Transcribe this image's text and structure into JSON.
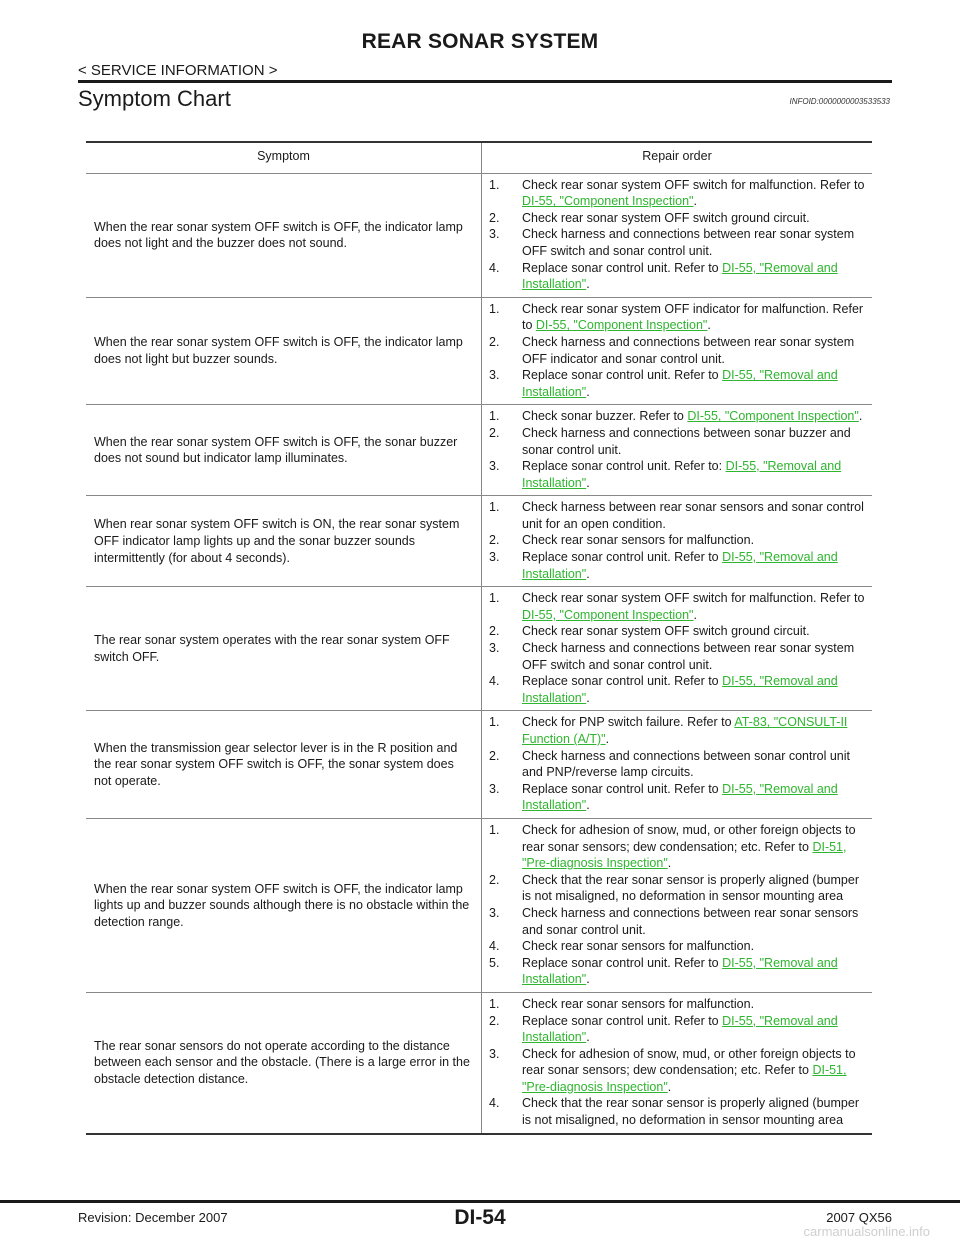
{
  "header": {
    "title": "REAR SONAR SYSTEM",
    "section": "< SERVICE INFORMATION >"
  },
  "heading": "Symptom Chart",
  "info_id": "INFOID:0000000003533533",
  "table": {
    "columns": [
      "Symptom",
      "Repair order"
    ],
    "rows": [
      {
        "symptom": "When the rear sonar system OFF switch is OFF, the indicator lamp does not light and the buzzer does not sound.",
        "steps": [
          {
            "num": "1.",
            "text": "Check rear sonar system OFF switch for malfunction. Refer to ",
            "link": "DI-55, \"Component Inspection\"",
            "after": "."
          },
          {
            "num": "2.",
            "text": "Check rear sonar system OFF switch ground circuit.",
            "link": "",
            "after": ""
          },
          {
            "num": "3.",
            "text": "Check harness and connections between rear sonar system OFF switch and sonar control unit.",
            "link": "",
            "after": ""
          },
          {
            "num": "4.",
            "text": "Replace sonar control unit. Refer to ",
            "link": "DI-55, \"Removal and Installation\"",
            "after": "."
          }
        ]
      },
      {
        "symptom": "When the rear sonar system OFF switch is OFF, the indicator lamp does not light but buzzer sounds.",
        "steps": [
          {
            "num": "1.",
            "text": "Check rear sonar system OFF indicator for malfunction. Refer to ",
            "link": "DI-55, \"Component Inspection\"",
            "after": "."
          },
          {
            "num": "2.",
            "text": "Check harness and connections between rear sonar system OFF indicator and sonar control unit.",
            "link": "",
            "after": ""
          },
          {
            "num": "3.",
            "text": "Replace sonar control unit. Refer to ",
            "link": "DI-55, \"Removal and Installation\"",
            "after": "."
          }
        ]
      },
      {
        "symptom": "When the rear sonar system OFF switch is OFF, the sonar buzzer does not sound but indicator lamp illuminates.",
        "steps": [
          {
            "num": "1.",
            "text": "Check sonar buzzer. Refer to ",
            "link": "DI-55, \"Component Inspection\"",
            "after": "."
          },
          {
            "num": "2.",
            "text": "Check harness and connections between sonar buzzer and sonar control unit.",
            "link": "",
            "after": ""
          },
          {
            "num": "3.",
            "text": "Replace sonar control unit. Refer to: ",
            "link": "DI-55, \"Removal and Installation\"",
            "after": "."
          }
        ]
      },
      {
        "symptom": "When rear sonar system OFF switch is ON, the rear sonar system OFF indicator lamp lights up and the sonar buzzer sounds intermittently (for about 4 seconds).",
        "steps": [
          {
            "num": "1.",
            "text": "Check harness between rear sonar sensors and sonar control unit for an open condition.",
            "link": "",
            "after": ""
          },
          {
            "num": "2.",
            "text": "Check rear sonar sensors for malfunction.",
            "link": "",
            "after": ""
          },
          {
            "num": "3.",
            "text": "Replace sonar control unit. Refer to ",
            "link": "DI-55, \"Removal and Installation\"",
            "after": "."
          }
        ]
      },
      {
        "symptom": "The rear sonar system operates with the rear sonar system OFF switch OFF.",
        "steps": [
          {
            "num": "1.",
            "text": "Check rear sonar system OFF switch for malfunction. Refer to ",
            "link": "DI-55, \"Component Inspection\"",
            "after": "."
          },
          {
            "num": "2.",
            "text": "Check rear sonar system OFF switch ground circuit.",
            "link": "",
            "after": ""
          },
          {
            "num": "3.",
            "text": "Check harness and connections between rear sonar system OFF switch and sonar control unit.",
            "link": "",
            "after": ""
          },
          {
            "num": "4.",
            "text": "Replace sonar control unit. Refer to ",
            "link": "DI-55, \"Removal and Installation\"",
            "after": "."
          }
        ]
      },
      {
        "symptom": "When the transmission gear selector lever is in the R position and the rear sonar system OFF switch is OFF, the sonar system does not operate.",
        "steps": [
          {
            "num": "1.",
            "text": "Check for PNP switch failure. Refer to ",
            "link": "AT-83, \"CONSULT-II Function (A/T)\"",
            "after": "."
          },
          {
            "num": "2.",
            "text": "Check harness and connections between sonar control unit and PNP/reverse lamp circuits.",
            "link": "",
            "after": ""
          },
          {
            "num": "3.",
            "text": "Replace sonar control unit. Refer to ",
            "link": "DI-55, \"Removal and Installation\"",
            "after": "."
          }
        ]
      },
      {
        "symptom": "When the rear sonar system OFF switch is OFF, the indicator lamp lights up and buzzer sounds although there is no obstacle within the detection range.",
        "steps": [
          {
            "num": "1.",
            "text": "Check for adhesion of snow, mud, or other foreign objects to rear sonar sensors; dew condensation; etc. Refer to ",
            "link": "DI-51, \"Pre-diagnosis Inspection\"",
            "after": "."
          },
          {
            "num": "2.",
            "text": "Check that the rear sonar sensor is properly aligned (bumper is not misaligned, no deformation in sensor mounting area",
            "link": "",
            "after": ""
          },
          {
            "num": "3.",
            "text": "Check harness and connections between rear sonar sensors and sonar control unit.",
            "link": "",
            "after": ""
          },
          {
            "num": "4.",
            "text": "Check rear sonar sensors for malfunction.",
            "link": "",
            "after": ""
          },
          {
            "num": "5.",
            "text": "Replace sonar control unit. Refer to ",
            "link": "DI-55, \"Removal and Installation\"",
            "after": "."
          }
        ]
      },
      {
        "symptom": "The rear sonar sensors do not operate according to the distance between each sensor and the obstacle. (There is a large error in the obstacle detection distance.",
        "steps": [
          {
            "num": "1.",
            "text": "Check rear sonar sensors for malfunction.",
            "link": "",
            "after": ""
          },
          {
            "num": "2.",
            "text": "Replace sonar control unit. Refer to ",
            "link": "DI-55, \"Removal and Installation\"",
            "after": "."
          },
          {
            "num": "3.",
            "text": "Check for adhesion of snow, mud, or other foreign objects to rear sonar sensors; dew condensation; etc. Refer to ",
            "link": "DI-51, \"Pre-diagnosis Inspection\"",
            "after": "."
          },
          {
            "num": "4.",
            "text": "Check that the rear sonar sensor is properly aligned (bumper is not misaligned, no deformation in sensor mounting area",
            "link": "",
            "after": ""
          }
        ]
      }
    ]
  },
  "footer": {
    "page": "DI-54",
    "revision": "Revision: December 2007",
    "model": "2007 QX56",
    "watermark": "carmanualsonline.info"
  },
  "colors": {
    "link": "#2fb52f",
    "text": "#1a1a1a"
  }
}
